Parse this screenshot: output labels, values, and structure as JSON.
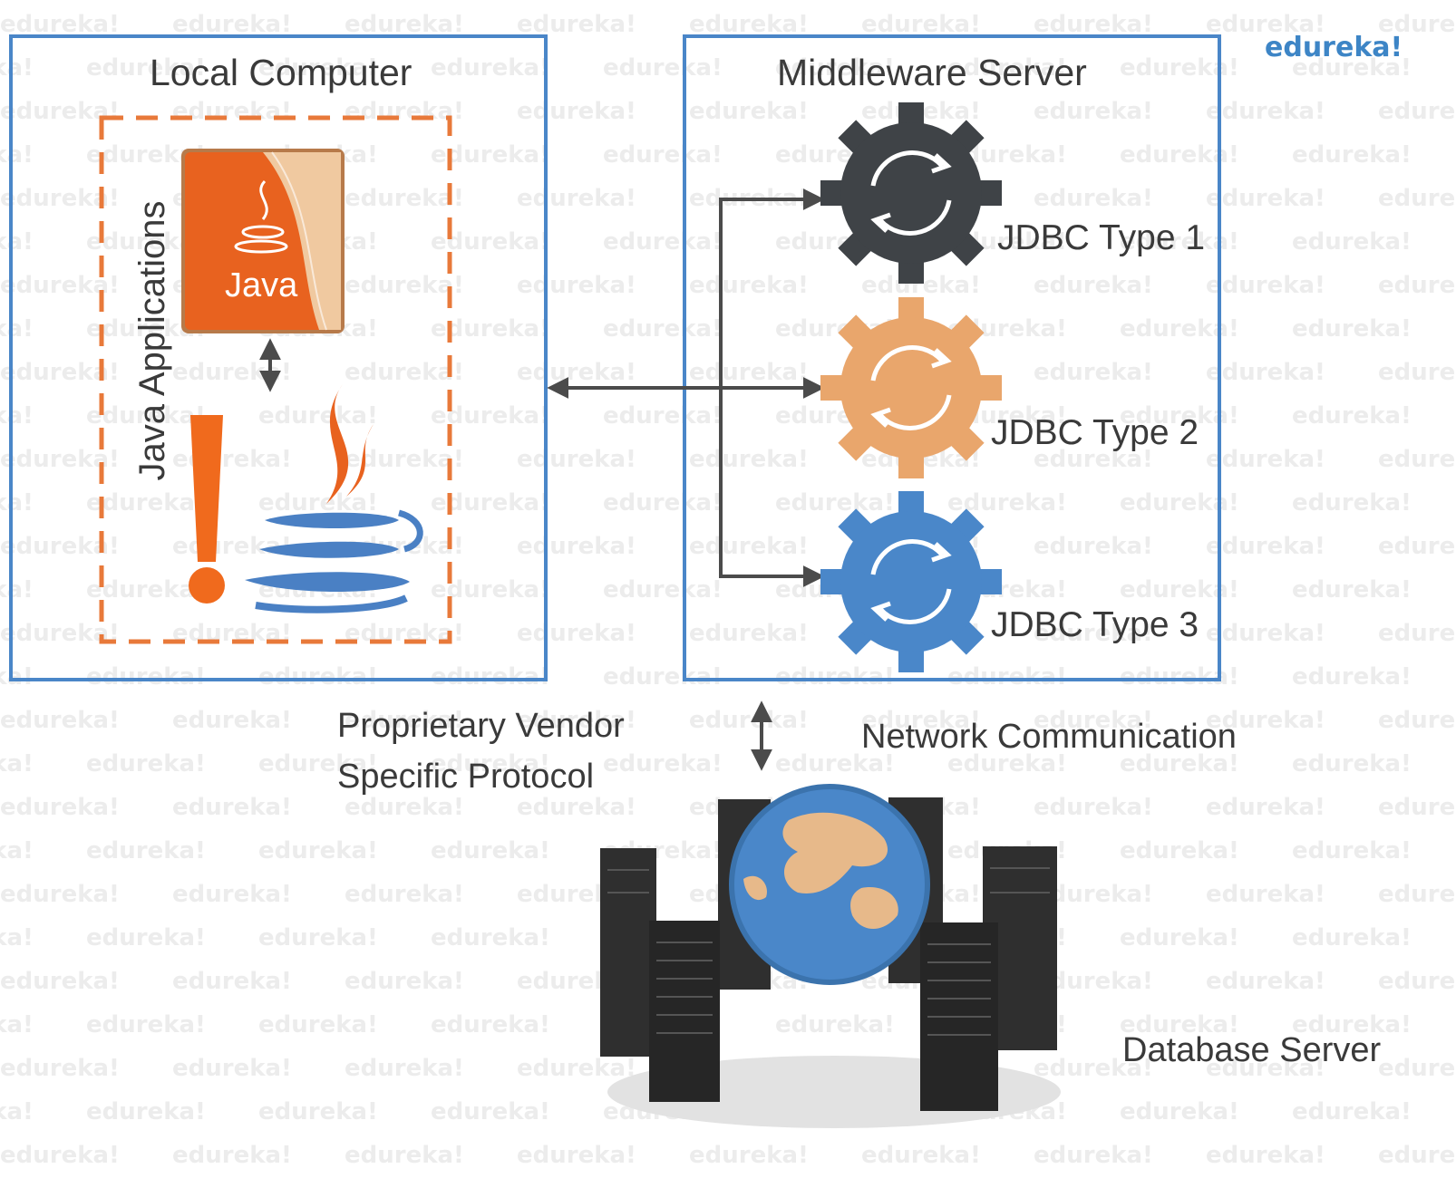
{
  "brand": {
    "logo_text": "edureka!",
    "watermark_text": "edureka!",
    "logo_color": "#3d85c6"
  },
  "local_computer": {
    "title": "Local Computer",
    "group_label": "Java Applications",
    "java_badge_text": "Java",
    "border_color": "#4a86c8",
    "dash_color": "#e8793a"
  },
  "middleware_server": {
    "title": "Middleware Server",
    "types": [
      {
        "label": "JDBC Type 1",
        "color": "#3f4347",
        "icon": "gear-icon"
      },
      {
        "label": "JDBC Type 2",
        "color": "#e9a66c",
        "icon": "gear-icon"
      },
      {
        "label": "JDBC Type 3",
        "color": "#4a87c9",
        "icon": "gear-icon"
      }
    ]
  },
  "protocol_label": {
    "line1": "Proprietary Vendor",
    "line2": "Specific Protocol"
  },
  "network_label": "Network Communication",
  "database_server": {
    "label": "Database Server",
    "icon": "server-globe-icon"
  },
  "colors": {
    "arrow": "#4b4b4b",
    "text": "#3a3a3a",
    "java_orange": "#e8621f",
    "java_blue": "#4a80c4"
  }
}
